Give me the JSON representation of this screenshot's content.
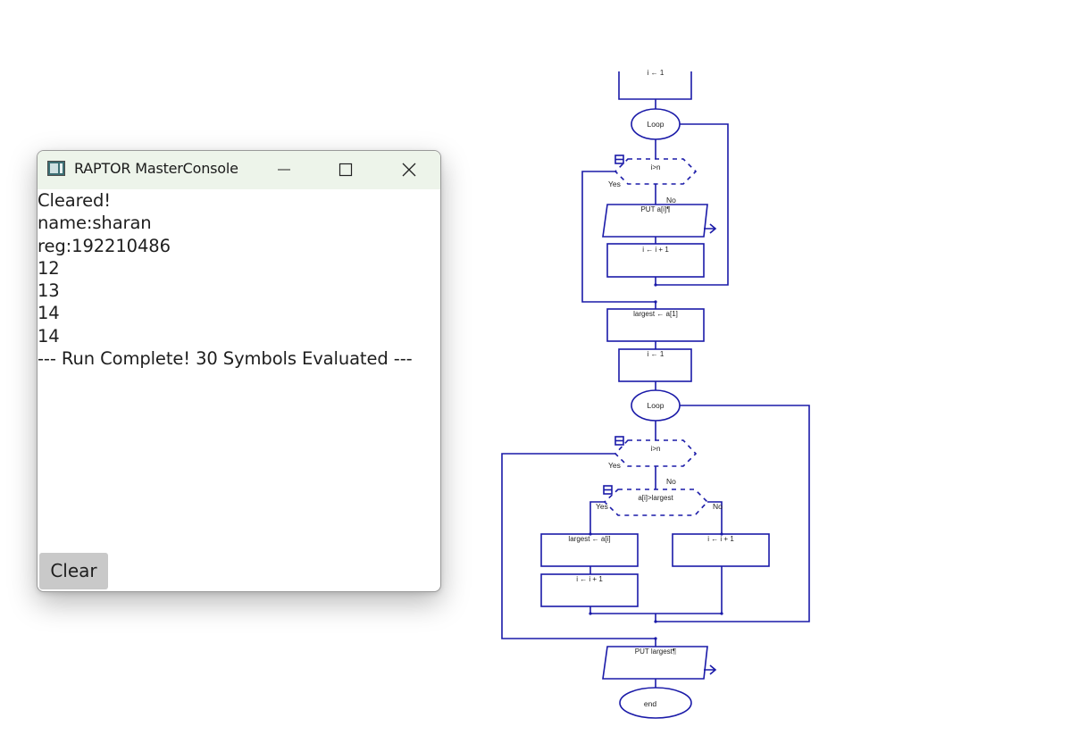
{
  "console": {
    "title": "RAPTOR MasterConsole",
    "lines": [
      "Cleared!",
      "name:sharan",
      "reg:192210486",
      "12",
      "13",
      "14",
      "14",
      "--- Run Complete! 30 Symbols Evaluated ---"
    ],
    "clear_label": "Clear"
  },
  "flowchart": {
    "top_assign": "i ← 1",
    "loop1_label": "Loop",
    "cond1": "i>n",
    "yes": "Yes",
    "no": "No",
    "put1": "PUT a[i]¶",
    "inc1": "i ← i + 1",
    "assign_largest": "largest ← a[1]",
    "assign_i": "i ← 1",
    "loop2_label": "Loop",
    "cond2": "i>n",
    "cond3": "a[i]>largest",
    "assign_largest_ai": "largest ← a[i]",
    "inc_left": "i ← i + 1",
    "inc_right": "i ← i + 1",
    "put2": "PUT largest¶",
    "end": "end"
  },
  "colors": {
    "flow_stroke": "#1a1aa8",
    "titlebar_bg": "#edf4ea",
    "clear_bg": "#c9c9c9"
  }
}
